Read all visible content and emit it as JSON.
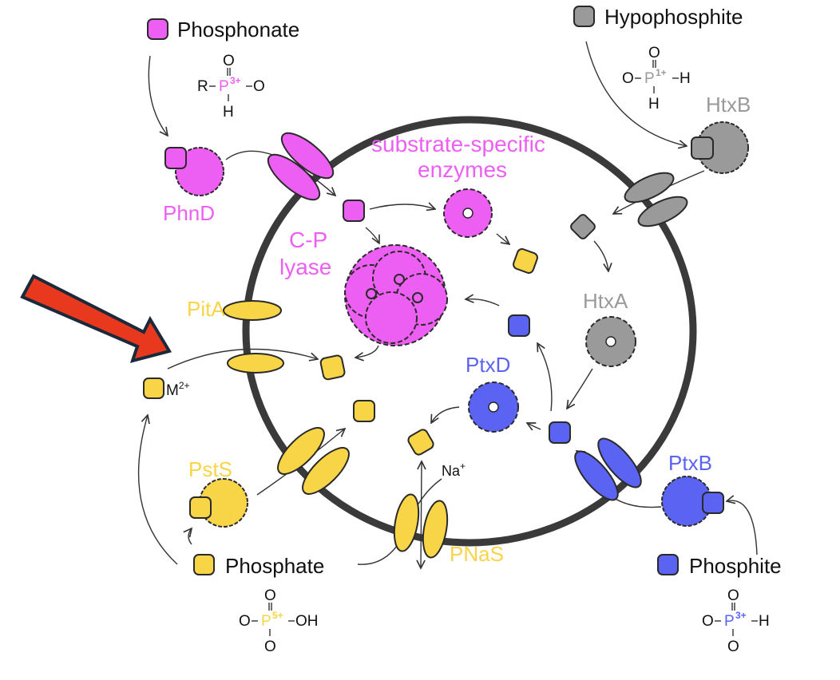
{
  "colors": {
    "phosphonate": "#ec5ff2",
    "hypophosphite": "#9a9a9a",
    "phosphate": "#f8d447",
    "phosphite": "#5b63f2",
    "membrane": "#3a3a3a",
    "outline": "#2a2a2a",
    "highlight_arrow": "#e8391f",
    "highlight_arrow_outline": "#1b2a3a",
    "text": "#111111"
  },
  "substrates": {
    "phosphonate": {
      "label": "Phosphonate",
      "formula": {
        "left": "R",
        "center": "P",
        "oxidation": "3+",
        "right": "O",
        "top": "O",
        "bottom": "H"
      }
    },
    "hypophosphite": {
      "label": "Hypophosphite",
      "formula": {
        "left": "O",
        "center": "P",
        "oxidation": "1+",
        "right": "H",
        "top": "O",
        "bottom": "H"
      }
    },
    "phosphate": {
      "label": "Phosphate",
      "formula": {
        "left": "O",
        "center": "P",
        "oxidation": "5+",
        "right": "OH",
        "top": "O",
        "bottom": "O"
      }
    },
    "phosphite": {
      "label": "Phosphite",
      "formula": {
        "left": "O",
        "center": "P",
        "oxidation": "3+",
        "right": "H",
        "top": "O",
        "bottom": "O"
      }
    }
  },
  "proteins": {
    "phnd": "PhnD",
    "htxb": "HtxB",
    "htxa": "HtxA",
    "pitA": "PitA",
    "psts": "PstS",
    "pnas": "PNaS",
    "ptxd": "PtxD",
    "ptxb": "PtxB",
    "cp_lyase_line1": "C-P",
    "cp_lyase_line2": "lyase",
    "substrate_enzymes_line1": "substrate-specific",
    "substrate_enzymes_line2": "enzymes"
  },
  "ions": {
    "metal": "M",
    "metal_charge": "2+",
    "sodium": "Na",
    "sodium_charge": "+"
  }
}
